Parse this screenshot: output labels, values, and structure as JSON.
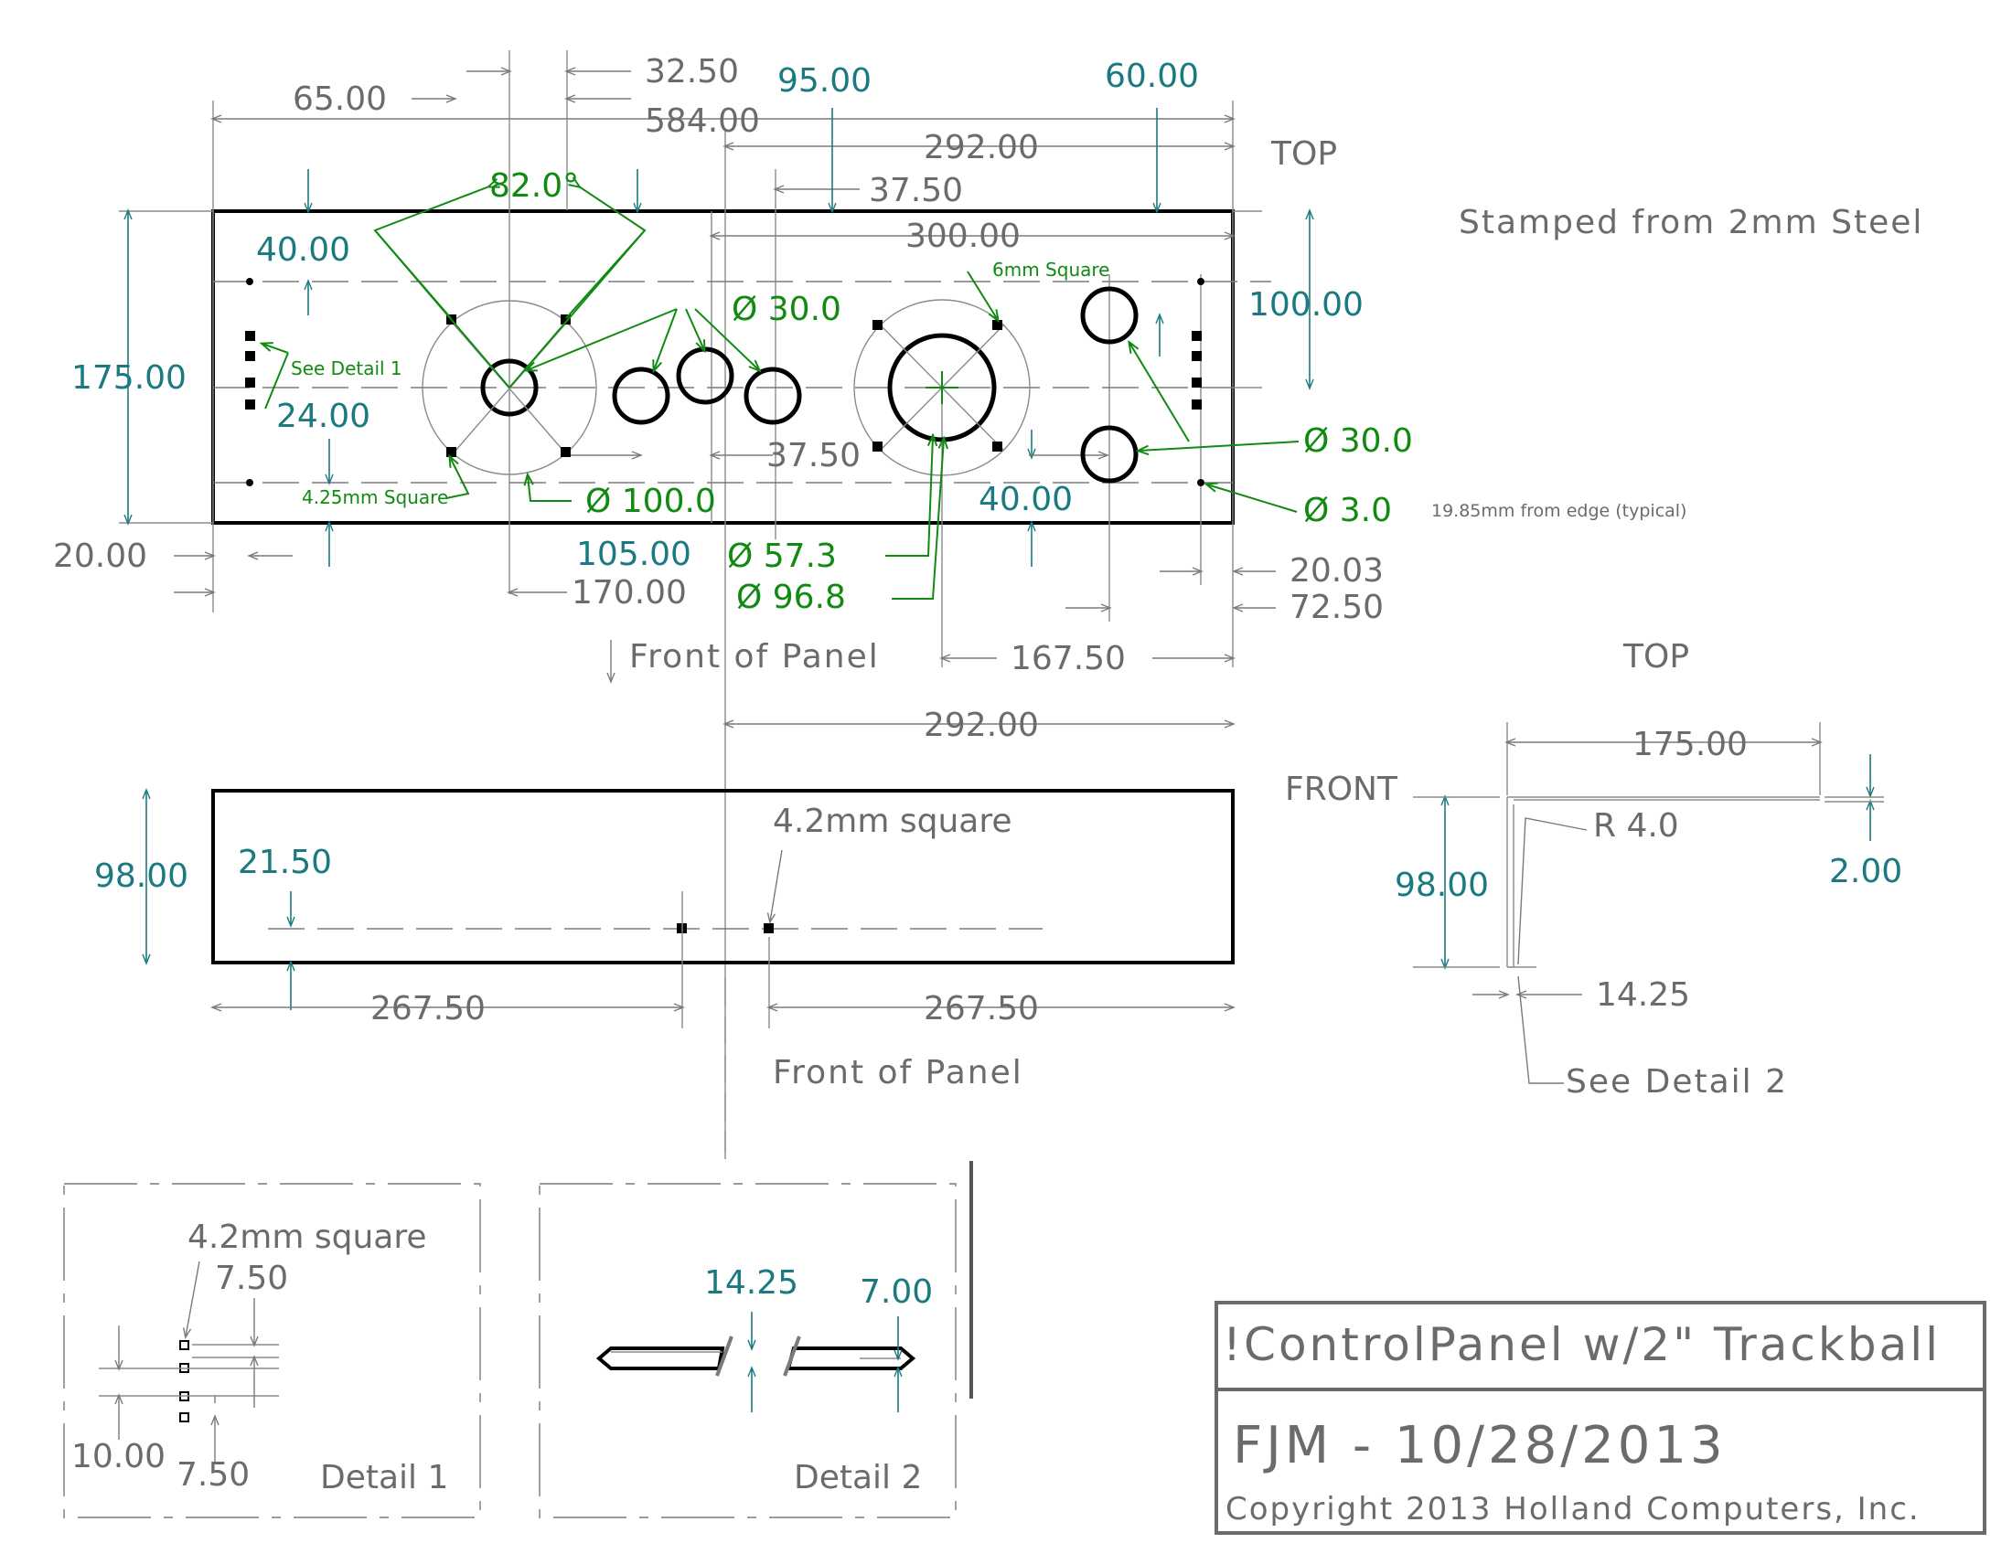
{
  "colors": {
    "dimension_gray": "#6b6b6b",
    "dimension_teal": "#1a7a80",
    "annotation_green": "#108a10",
    "outline": "#000000"
  },
  "top_view": {
    "dims": {
      "d65": "65.00",
      "d32_5": "32.50",
      "d584": "584.00",
      "d95": "95.00",
      "d60": "60.00",
      "d292": "292.00",
      "d37_5_top": "37.50",
      "d300": "300.00",
      "d100": "100.00",
      "d175": "175.00",
      "d40_left": "40.00",
      "d24": "24.00",
      "d20": "20.00",
      "d105": "105.00",
      "d170": "170.00",
      "d37_5_mid": "37.50",
      "d40_mid": "40.00",
      "d20_03": "20.03",
      "d72_5": "72.50",
      "d167_5": "167.50"
    },
    "notes": {
      "top_label": "TOP",
      "stamped": "Stamped from 2mm Steel",
      "angle": "82.0°",
      "square_6mm": "6mm Square",
      "see_detail1": "See Detail 1",
      "square_425": "4.25mm Square",
      "dia30_top": "Ø 30.0",
      "dia100": "Ø 100.0",
      "dia30_right": "Ø 30.0",
      "dia3": "Ø 3.0",
      "edge_note": "19.85mm from edge (typical)",
      "dia57": "Ø 57.3",
      "dia96": "Ø 96.8",
      "front_of_panel": "Front of Panel"
    }
  },
  "front_view": {
    "dims": {
      "d292": "292.00",
      "d98": "98.00",
      "d21_5": "21.50",
      "d267_left": "267.50",
      "d267_right": "267.50"
    },
    "notes": {
      "square": "4.2mm square",
      "front_of_panel": "Front of Panel"
    }
  },
  "side_view": {
    "labels": {
      "top": "TOP",
      "front": "FRONT"
    },
    "dims": {
      "d175": "175.00",
      "d98": "98.00",
      "d2": "2.00",
      "d14_25": "14.25"
    },
    "notes": {
      "radius": "R 4.0",
      "see_detail2": "See Detail 2"
    }
  },
  "detail1": {
    "square": "4.2mm square",
    "d7_5_top": "7.50",
    "d10": "10.00",
    "d7_5_bottom": "7.50",
    "title": "Detail 1"
  },
  "detail2": {
    "d14_25": "14.25",
    "d7": "7.00",
    "title": "Detail 2"
  },
  "title_block": {
    "title": "!ControlPanel w/2\" Trackball",
    "author_date": "FJM - 10/28/2013",
    "copyright": "Copyright 2013 Holland Computers, Inc."
  }
}
